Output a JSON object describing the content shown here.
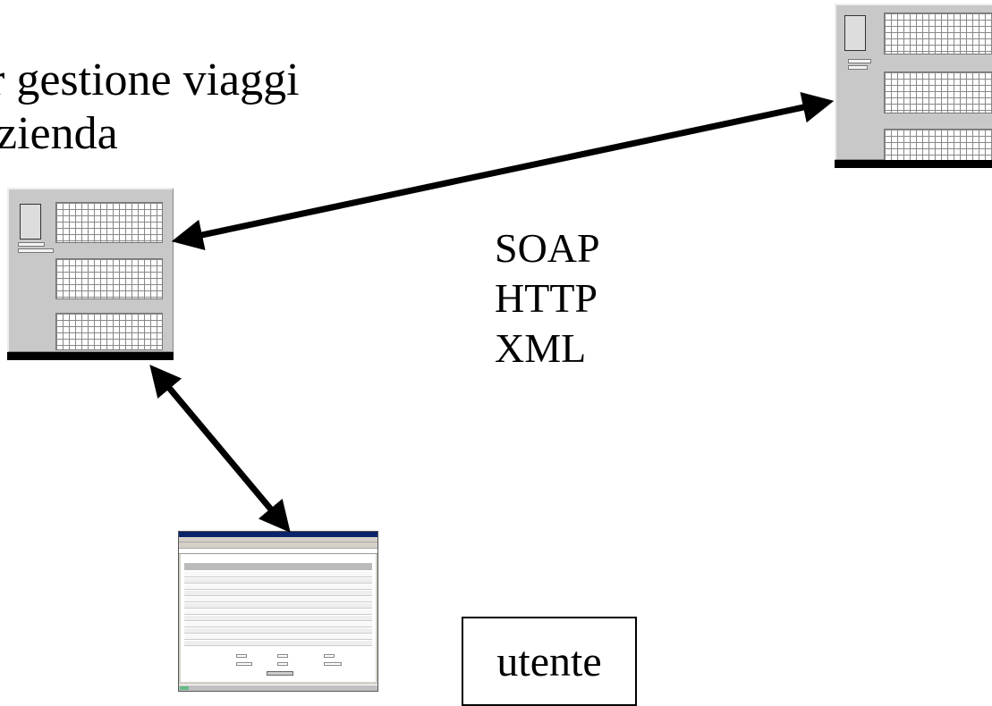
{
  "title": {
    "line1": "r gestione viaggi",
    "line2": "zienda"
  },
  "protocols": [
    "SOAP",
    "HTTP",
    "XML"
  ],
  "client_label": "utente",
  "colors": {
    "server_body": "#c8c8c8",
    "arrow": "#000000",
    "browser_titlebar": "#0a246a"
  }
}
